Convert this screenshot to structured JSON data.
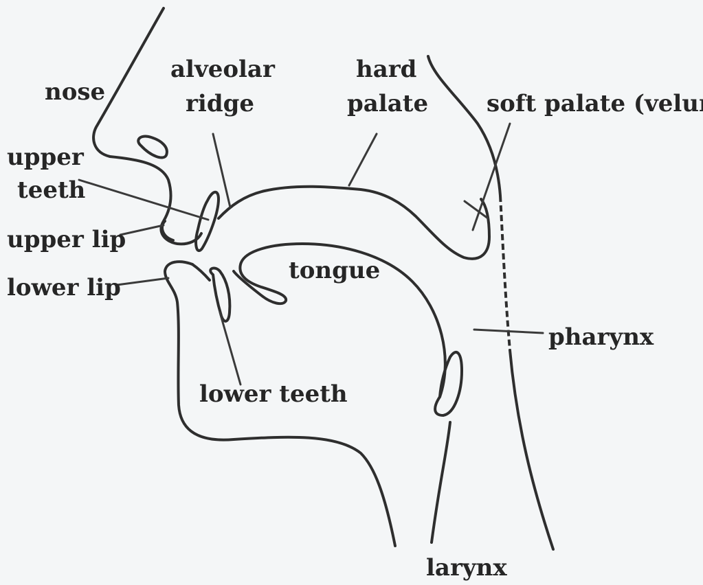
{
  "labels": {
    "nose": "nose",
    "alveolar_line1": "alveolar",
    "alveolar_line2": "ridge",
    "hard_line1": "hard",
    "hard_line2": "palate",
    "soft_palate": "soft palate (velum)",
    "upper_teeth_line1": "upper",
    "upper_teeth_line2": "teeth",
    "upper_lip": "upper lip",
    "lower_lip": "lower lip",
    "tongue": "tongue",
    "pharynx": "pharynx",
    "lower_teeth": "lower teeth",
    "larynx": "larynx"
  }
}
